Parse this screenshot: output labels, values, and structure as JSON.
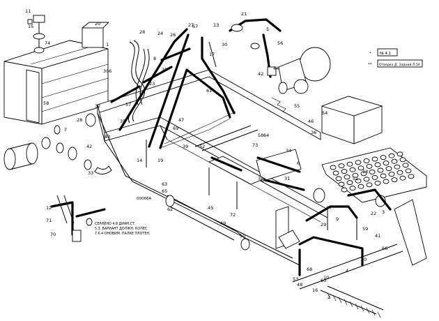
{
  "diagram": {
    "drawing_code": "00066A",
    "legend": [
      {
        "marker": "*",
        "text": "№ 4.1"
      },
      {
        "marker": "**",
        "text": "Отводка Д. Задний Л.54"
      }
    ],
    "note_lines": [
      "СЕРИЙНО 4.8 ДИАМ.СТ.",
      "5.3.  ВАРИАНТ ДОЛЖН. КОЛЕС",
      "7.6.4 ОНОВИМ.  ПАЛКЕ ПЛОТЕН."
    ],
    "callouts": [
      {
        "id": "c1",
        "text": "11"
      },
      {
        "id": "c2",
        "text": "15"
      },
      {
        "id": "c3",
        "text": "20"
      },
      {
        "id": "c4",
        "text": "1"
      },
      {
        "id": "c5",
        "text": "74"
      },
      {
        "id": "c6",
        "text": "306"
      },
      {
        "id": "c7",
        "text": "28"
      },
      {
        "id": "c8",
        "text": "24"
      },
      {
        "id": "c9",
        "text": "26"
      },
      {
        "id": "c10",
        "text": "8"
      },
      {
        "id": "c11",
        "text": "25"
      },
      {
        "id": "c12",
        "text": "23"
      },
      {
        "id": "c13",
        "text": "27"
      },
      {
        "id": "c14",
        "text": "67"
      },
      {
        "id": "c15",
        "text": "13"
      },
      {
        "id": "c16",
        "text": "30"
      },
      {
        "id": "c17",
        "text": "17"
      },
      {
        "id": "c18",
        "text": "21"
      },
      {
        "id": "c19",
        "text": "5"
      },
      {
        "id": "c20",
        "text": "56"
      },
      {
        "id": "c21",
        "text": "44"
      },
      {
        "id": "c22",
        "text": "42"
      },
      {
        "id": "c23",
        "text": "69"
      },
      {
        "id": "c24",
        "text": "47"
      },
      {
        "id": "c25",
        "text": "61"
      },
      {
        "id": "c26",
        "text": "39"
      },
      {
        "id": "c27",
        "text": "52"
      },
      {
        "id": "c28",
        "text": "58"
      },
      {
        "id": "c29",
        "text": "64"
      },
      {
        "id": "c30",
        "text": "73"
      },
      {
        "id": "c31",
        "text": "19"
      },
      {
        "id": "c32",
        "text": "57"
      },
      {
        "id": "c33",
        "text": "35"
      },
      {
        "id": "c34",
        "text": "32"
      },
      {
        "id": "c35",
        "text": "28"
      },
      {
        "id": "c36",
        "text": "14"
      },
      {
        "id": "c37",
        "text": "42"
      },
      {
        "id": "c38",
        "text": "7"
      },
      {
        "id": "c39",
        "text": "43"
      },
      {
        "id": "c40",
        "text": "33"
      },
      {
        "id": "c41",
        "text": "55"
      },
      {
        "id": "c42",
        "text": "46"
      },
      {
        "id": "c43",
        "text": "36"
      },
      {
        "id": "c44",
        "text": "54"
      },
      {
        "id": "c45",
        "text": "34"
      },
      {
        "id": "c46",
        "text": "6"
      },
      {
        "id": "c47",
        "text": "31"
      },
      {
        "id": "c48",
        "text": "38"
      },
      {
        "id": "c49",
        "text": "63"
      },
      {
        "id": "c50",
        "text": "65"
      },
      {
        "id": "c51",
        "text": "62"
      },
      {
        "id": "c52",
        "text": "45"
      },
      {
        "id": "c53",
        "text": "72"
      },
      {
        "id": "c54",
        "text": "49"
      },
      {
        "id": "c55",
        "text": "50"
      },
      {
        "id": "c56",
        "text": "22"
      },
      {
        "id": "c57",
        "text": "51"
      },
      {
        "id": "c58",
        "text": "18"
      },
      {
        "id": "c59",
        "text": "37"
      },
      {
        "id": "c60",
        "text": "59"
      },
      {
        "id": "c61",
        "text": "41"
      },
      {
        "id": "c62",
        "text": "66"
      },
      {
        "id": "c63",
        "text": "29"
      },
      {
        "id": "c64",
        "text": "3"
      },
      {
        "id": "c65",
        "text": "9"
      },
      {
        "id": "c66",
        "text": "40"
      },
      {
        "id": "c67",
        "text": "4"
      },
      {
        "id": "c68",
        "text": "60"
      },
      {
        "id": "c69",
        "text": "16"
      },
      {
        "id": "c70",
        "text": "2"
      },
      {
        "id": "c71",
        "text": "10"
      },
      {
        "id": "c72",
        "text": "68"
      },
      {
        "id": "c73",
        "text": "53"
      },
      {
        "id": "c74",
        "text": "48"
      },
      {
        "id": "c75",
        "text": "12"
      },
      {
        "id": "c76",
        "text": "71"
      },
      {
        "id": "c77",
        "text": "70"
      },
      {
        "id": "c78",
        "text": "58"
      }
    ]
  }
}
